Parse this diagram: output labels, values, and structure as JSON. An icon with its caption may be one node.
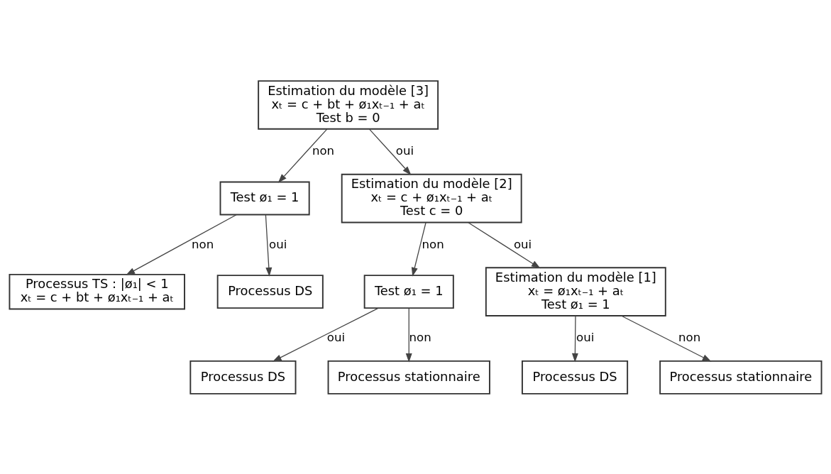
{
  "diagram": {
    "nodes": [
      {
        "text": [
          "Estimation du modèle [3]",
          "xₜ = c + bt + ø₁xₜ₋₁ + aₜ",
          "Test b = 0"
        ]
      },
      {
        "text": [
          "Test ø₁ = 1"
        ]
      },
      {
        "text": [
          "Processus TS : |ø₁| < 1",
          "xₜ = c + bt + ø₁xₜ₋₁ + aₜ"
        ]
      },
      {
        "text": [
          "Processus DS"
        ]
      },
      {
        "text": [
          "Estimation du modèle [2]",
          "xₜ = c + ø₁xₜ₋₁ + aₜ",
          "Test c = 0"
        ]
      },
      {
        "text": [
          "Test ø₁ = 1"
        ]
      },
      {
        "text": [
          "Processus DS"
        ]
      },
      {
        "text": [
          "Processus stationnaire"
        ]
      },
      {
        "text": [
          "Estimation du modèle [1]",
          "xₜ = ø₁xₜ₋₁ + aₜ",
          "Test ø₁ = 1"
        ]
      },
      {
        "text": [
          "Processus DS"
        ]
      },
      {
        "text": [
          "Processus stationnaire"
        ]
      }
    ],
    "edges": [
      {
        "from": 0,
        "to": 1,
        "arrow": "to",
        "label": "non"
      },
      {
        "from": 0,
        "to": 4,
        "arrow": "to",
        "label": "oui"
      },
      {
        "from": 1,
        "to": 2,
        "arrow": "to",
        "label": "non"
      },
      {
        "from": 1,
        "to": 3,
        "arrow": "to",
        "label": "oui"
      },
      {
        "from": 4,
        "to": 5,
        "arrow": "to",
        "label": "non"
      },
      {
        "from": 4,
        "to": 8,
        "arrow": "to",
        "label": "oui"
      },
      {
        "from": 5,
        "to": 6,
        "arrow": "to",
        "label": "oui"
      },
      {
        "from": 5,
        "to": 7,
        "arrow": "to",
        "label": "non"
      },
      {
        "from": 8,
        "to": 9,
        "arrow": "to",
        "label": "oui"
      },
      {
        "from": 8,
        "to": 10,
        "arrow": "to",
        "label": "non"
      }
    ]
  }
}
